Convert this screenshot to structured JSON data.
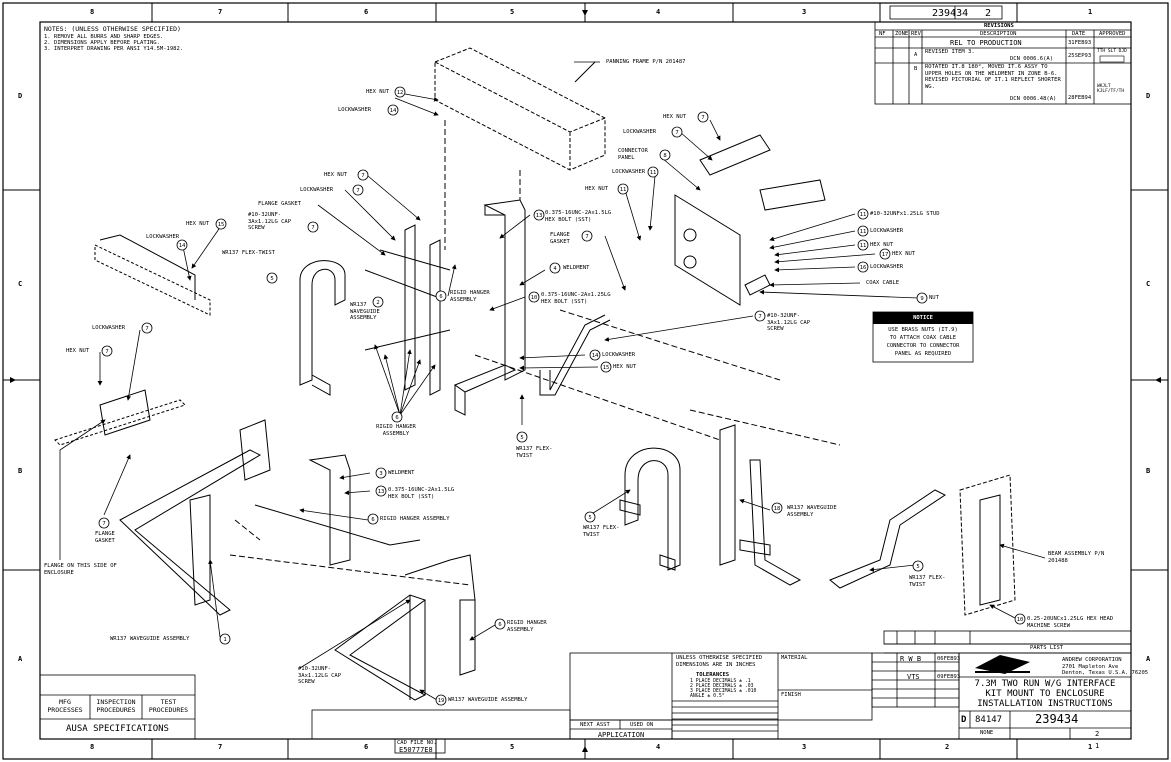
{
  "zones_top": [
    "8",
    "7",
    "6",
    "5",
    "4",
    "3",
    "2",
    "1"
  ],
  "zones_side": [
    "D",
    "C",
    "B",
    "A"
  ],
  "notes": {
    "title": "NOTES: (UNLESS OTHERWISE SPECIFIED)",
    "lines": [
      "1. REMOVE ALL BURRS AND SHARP EDGES.",
      "2. DIMENSIONS APPLY BEFORE PLATING.",
      "3. INTERPRET DRAWING PER ANSI Y14.5M-1982."
    ]
  },
  "drawing_no_top": "239434",
  "sheet_top": "2",
  "revisions": {
    "title": "REVISIONS",
    "headers": [
      "NF",
      "ZONE",
      "REV",
      "DESCRIPTION",
      "DATE",
      "APPROVED"
    ],
    "rows": [
      {
        "rev": "",
        "desc": "REL TO PRODUCTION",
        "date": "31FEB93",
        "appr": ""
      },
      {
        "rev": "A",
        "desc": "REVISED ITEM 3.",
        "desc2": "DCN 0006.6(A)",
        "date": "25SEP93",
        "appr": "TTH SLT DJD"
      },
      {
        "rev": "B",
        "desc": "ROTATED IT.8 180°, MOVED IT.6 ASSY TO UPPER HOLES ON THE WELDMENT IN ZONE B-6. REVISED PICTORIAL OF IT.1 REFLECT SHORTER WG.",
        "desc2": "DCN 0006.48(A)",
        "date": "28FEB94",
        "appr": "WKJLT KJLF/TF/TH"
      }
    ]
  },
  "callouts": {
    "panning_frame": "PANNING FRAME P/N 201487",
    "hex_nut": "HEX NUT",
    "lockwasher": "LOCKWASHER",
    "connector_panel": "CONNECTOR PANEL",
    "flange_gasket": "FLANGE GASKET",
    "cap_screw_10_32": "#10-32UNF-3Ax1.12LG CAP SCREW",
    "wr137_flex_twist": "WR137 FLEX-TWIST",
    "wr137_wg_assy": "WR137 WAVEGUIDE ASSEMBLY",
    "rigid_hanger_assy": "RIGID HANGER ASSEMBLY",
    "weldment": "WELDMENT",
    "hex_bolt_375_a": "0.375-16UNC-2Ax1.5LG HEX BOLT (SST)",
    "hex_bolt_375_b": "0.375-16UNC-2Ax1.25LG HEX BOLT (SST)",
    "stud": "#10-32UNFx1.25LG STUD",
    "coax_cable": "COAX CABLE",
    "nut": "NUT",
    "cap_screw_75": "#10-32UNF-3Ax1.12LG CAP SCREW",
    "beam_assembly": "BEAM ASSEMBLY P/N 201488",
    "machine_screw": "0.25-20UNCx1.25LG HEX HEAD MACHINE SCREW",
    "flange_side": "FLANGE ON THIS SIDE OF ENCLOSURE",
    "notice_title": "NOTICE",
    "notice_body": [
      "USE BRASS NUTS (IT.9)",
      "TO ATTACH COAX CABLE",
      "CONNECTOR TO CONNECTOR",
      "PANEL AS REQUIRED"
    ]
  },
  "bottom_left": {
    "cols": [
      "MFG PROCESSES",
      "INSPECTION PROCEDURES",
      "TEST PROCEDURES"
    ],
    "spec": "AUSA SPECIFICATIONS"
  },
  "cad_file": {
    "label": "CAD FILE NO.",
    "value": "E50777E8"
  },
  "tolerances": {
    "header1": "UNLESS OTHERWISE SPECIFIED",
    "header2": "DIMENSIONS ARE IN INCHES",
    "title": "TOLERANCES",
    "lines": [
      "1 PLACE DECIMALS ± .1",
      "2 PLACE DECIMALS ± .03",
      "3 PLACE DECIMALS ± .010",
      "ANGLE ± 0.5°"
    ]
  },
  "application": {
    "next_asst": "NEXT ASST",
    "used_on": "USED ON",
    "label": "APPLICATION"
  },
  "material": "MATERIAL",
  "finish": "FINISH",
  "signatures": {
    "drawn": "R W B",
    "drawn_date": "06FEB93",
    "checked": "VTS",
    "checked_date": "09FEB93"
  },
  "company": {
    "name": "ANDREW CORPORATION",
    "addr1": "2701 Mapleton Ave",
    "addr2": "Denton, Texas U.S.A. 76205"
  },
  "title_block": {
    "line1": "7.3M TWO RUN W/G INTERFACE",
    "line2": "KIT MOUNT TO ENCLOSURE",
    "line3": "INSTALLATION INSTRUCTIONS",
    "size": "D",
    "cage": "84147",
    "dwg_no": "239434",
    "scale": "NONE",
    "rev": "2",
    "sheet": "1"
  },
  "parts_list": "PARTS LIST",
  "colors": {
    "ink": "#000000",
    "paper": "#ffffff"
  }
}
